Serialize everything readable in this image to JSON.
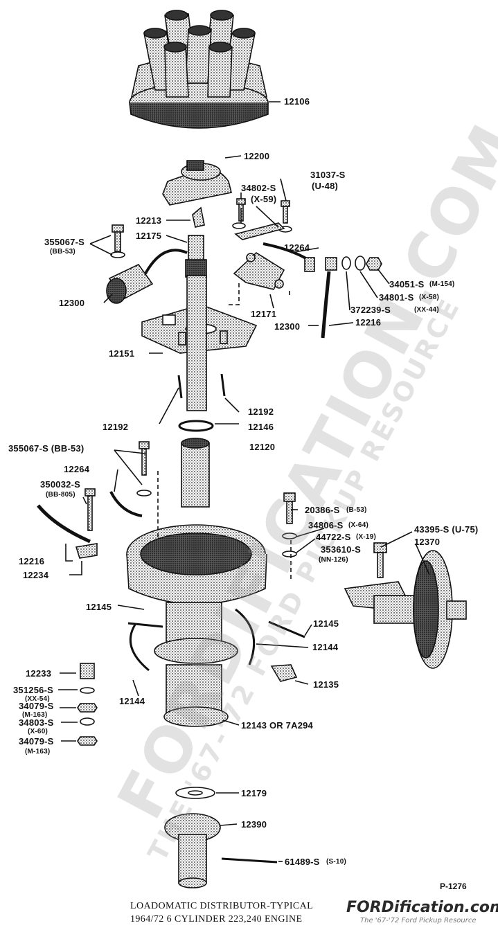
{
  "labels": {
    "cap": "12106",
    "rotor": "12200",
    "screw_a": "31037-S",
    "screw_a_code": "(U-48)",
    "screw_b": "34802-S",
    "screw_b_code": "(X-59)",
    "p12213": "12213",
    "p12175": "12175",
    "s355067a": "355067-S",
    "s355067a_code": "(BB-53)",
    "p12264a": "12264",
    "p34051": "34051-S",
    "p34051_code": "(M-154)",
    "p34801": "34801-S",
    "p34801_code": "(X-58)",
    "p372239": "372239-S",
    "p372239_code": "(XX-44)",
    "p12216a": "12216",
    "p12300a": "12300",
    "p12171": "12171",
    "p12300b": "12300",
    "p12151": "12151",
    "p12192a": "12192",
    "p12192b": "12192",
    "p12146": "12146",
    "s355067b": "355067-S (BB-53)",
    "p12120": "12120",
    "p12264b": "12264",
    "s350032": "350032-S",
    "s350032_code": "(BB-805)",
    "p20386": "20386-S",
    "p20386_code": "(B-53)",
    "p34806": "34806-S",
    "p34806_code": "(X-64)",
    "p43395": "43395-S (U-75)",
    "p44722": "44722-S",
    "p44722_code": "(X-19)",
    "p353610": "353610-S",
    "p353610_code": "(NN-126)",
    "p12370": "12370",
    "p12216b": "12216",
    "p12234": "12234",
    "p12145a": "12145",
    "p12145b": "12145",
    "p12144a": "12144",
    "p12233": "12233",
    "p351256": "351256-S",
    "p351256_code": "(XX-54)",
    "p34079a": "34079-S",
    "p34079a_code": "(M-163)",
    "p34803": "34803-S",
    "p34803_code": "(X-60)",
    "p34079b": "34079-S",
    "p34079b_code": "(M-163)",
    "p12135": "12135",
    "p12144b": "12144",
    "p12143": "12143  OR 7A294",
    "p12179": "12179",
    "p12390": "12390",
    "p61489": "61489-S",
    "p61489_code": "(S-10)"
  },
  "plate_number": "P-1276",
  "caption": {
    "line1": "LOADOMATIC DISTRIBUTOR-TYPICAL",
    "line2": "1964/72   6 CYLINDER 223,240 ENGINE"
  },
  "watermark": {
    "main": "FORDIFICATION.COM",
    "sub": "THE '67-'72 FORD PICKUP RESOURCE"
  },
  "brand": {
    "name": "FORDification.com",
    "tagline": "The '67-'72 Ford Pickup Resource"
  }
}
